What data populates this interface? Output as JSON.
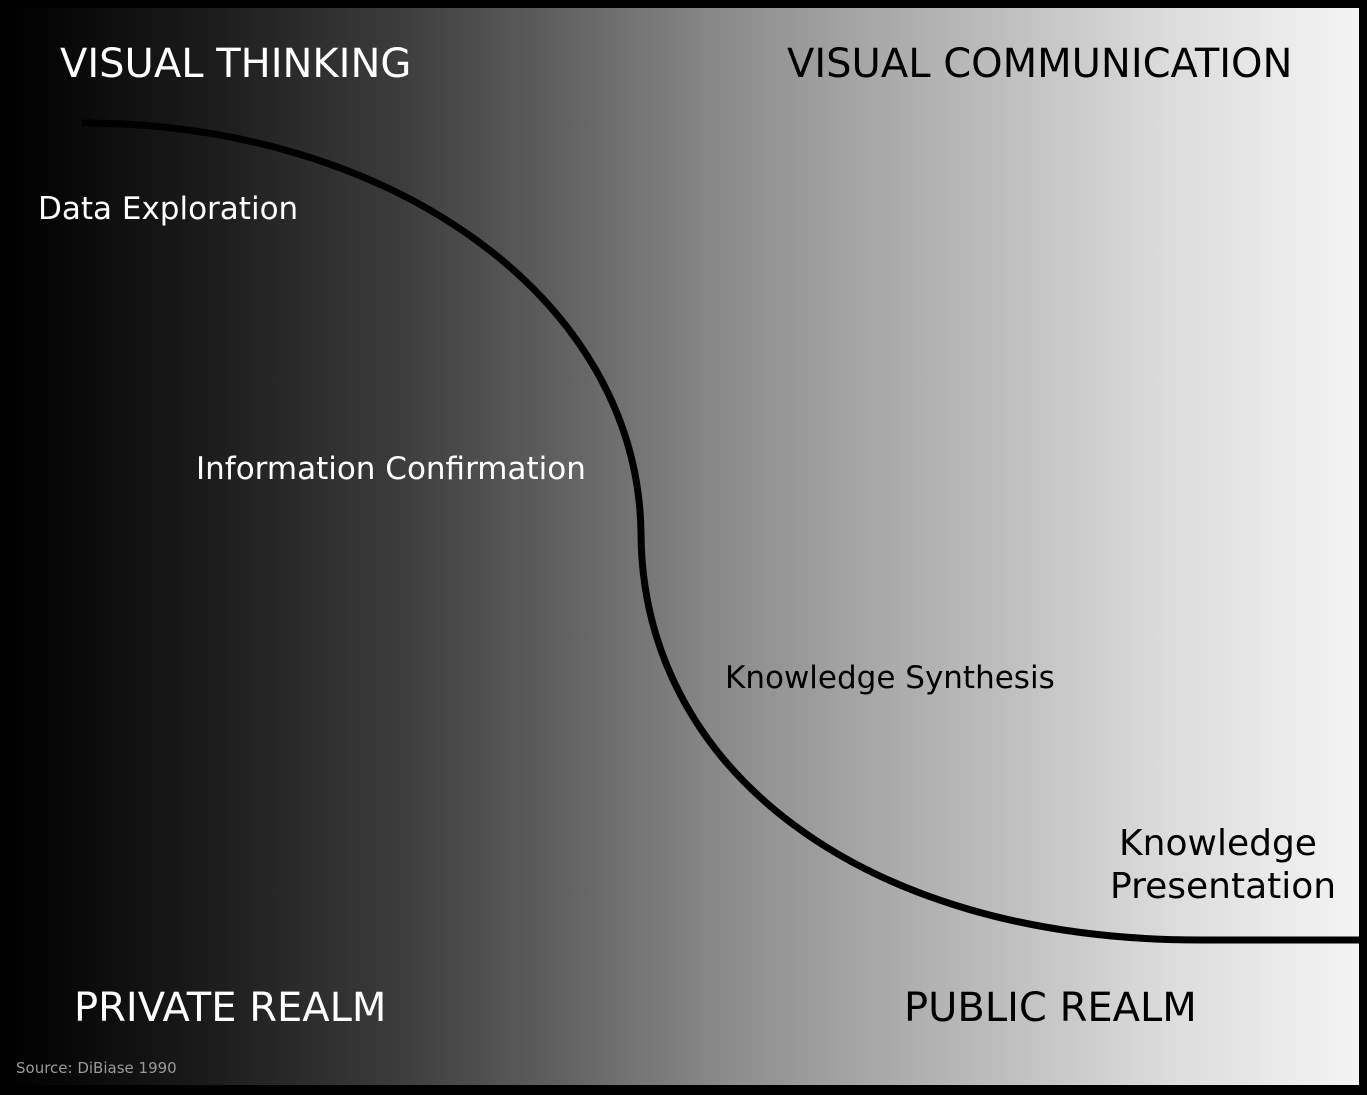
{
  "title_left": "VISUAL THINKING",
  "title_right": "VISUAL COMMUNICATION",
  "stages": {
    "data_exploration": "Data Exploration",
    "information_confirmation": "Information Confirmation",
    "knowledge_synthesis": "Knowledge Synthesis",
    "knowledge_presentation_line1": "Knowledge",
    "knowledge_presentation_line2": "Presentation"
  },
  "realm_left": "PRIVATE REALM",
  "realm_right": "PUBLIC REALM",
  "source": "Source: DiBiase 1990",
  "colors": {
    "background_left": "#000000",
    "background_right": "#f4f4f4",
    "curve": "#000000"
  }
}
